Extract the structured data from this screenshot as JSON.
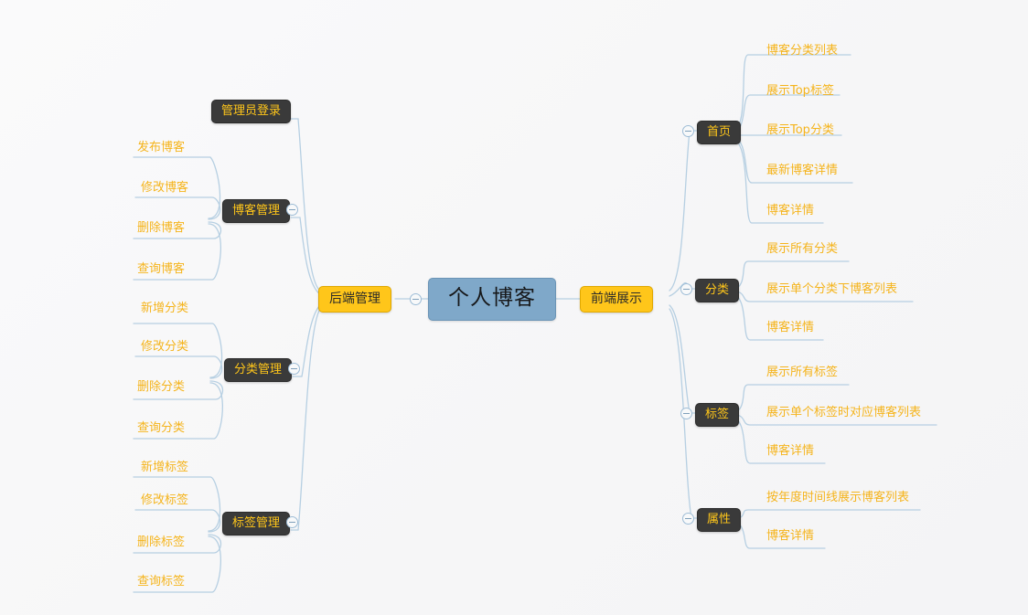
{
  "diagram": {
    "title": "个人博客",
    "type": "mindmap",
    "watermark": "",
    "colors": {
      "root_fill": "#7fa8c9",
      "level1_fill": "#ffc61a",
      "level2_fill": "#3a3a3a",
      "level2_text": "#ffc61a",
      "leaf_text": "#f5b41c",
      "connector": "#b6cfe2",
      "canvas_bg": "#f7f7f8"
    }
  },
  "root": {
    "label": "个人博客"
  },
  "left_branch": {
    "label": "后端管理",
    "children": [
      {
        "label": "管理员登录",
        "leaves": []
      },
      {
        "label": "博客管理",
        "leaves": [
          "发布博客",
          "修改博客",
          "删除博客",
          "查询博客"
        ]
      },
      {
        "label": "分类管理",
        "leaves": [
          "新增分类",
          "修改分类",
          "删除分类",
          "查询分类"
        ]
      },
      {
        "label": "标签管理",
        "leaves": [
          "新增标签",
          "修改标签",
          "删除标签",
          "查询标签"
        ]
      }
    ]
  },
  "right_branch": {
    "label": "前端展示",
    "children": [
      {
        "label": "首页",
        "leaves": [
          "博客分类列表",
          "展示Top标签",
          "展示Top分类",
          "最新博客详情",
          "博客详情"
        ]
      },
      {
        "label": "分类",
        "leaves": [
          "展示所有分类",
          "展示单个分类下博客列表",
          "博客详情"
        ]
      },
      {
        "label": "标签",
        "leaves": [
          "展示所有标签",
          "展示单个标签时对应博客列表",
          "博客详情"
        ]
      },
      {
        "label": "属性",
        "leaves": [
          "按年度时间线展示博客列表",
          "博客详情"
        ]
      }
    ]
  }
}
